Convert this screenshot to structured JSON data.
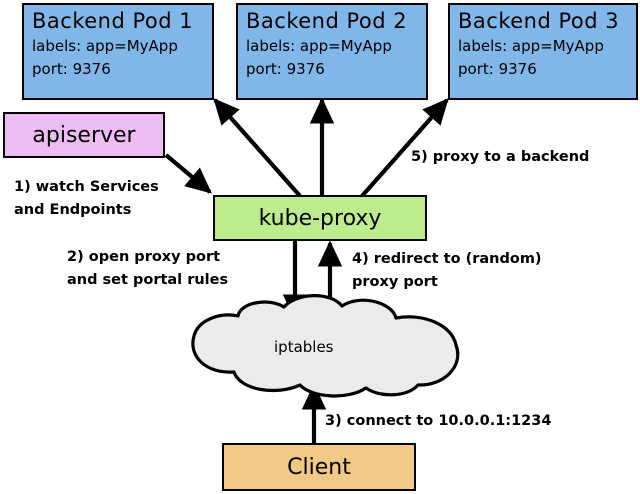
{
  "diagram": {
    "title": "kube-proxy service routing diagram",
    "colors": {
      "pod_fill": "#80B7E8",
      "apiserver_fill": "#EDBCF2",
      "kubeproxy_fill": "#BCEC8C",
      "client_fill": "#F0C985",
      "cloud_fill": "#EBEBEB",
      "stroke": "#000000",
      "background": "#FFFFFF"
    },
    "pods": [
      {
        "title": "Backend Pod 1",
        "labels": "labels: app=MyApp",
        "port": "port: 9376"
      },
      {
        "title": "Backend Pod 2",
        "labels": "labels: app=MyApp",
        "port": "port: 9376"
      },
      {
        "title": "Backend Pod 3",
        "labels": "labels: app=MyApp",
        "port": "port: 9376"
      }
    ],
    "nodes": {
      "apiserver": "apiserver",
      "kubeproxy": "kube-proxy",
      "iptables": "iptables",
      "client": "Client"
    },
    "steps": {
      "step1_line1": "1) watch Services",
      "step1_line2": "and Endpoints",
      "step2_line1": "2) open proxy port",
      "step2_line2": "and set portal rules",
      "step3": "3) connect to 10.0.0.1:1234",
      "step4_line1": "4) redirect to (random)",
      "step4_line2": "proxy port",
      "step5": "5) proxy to a backend"
    }
  }
}
